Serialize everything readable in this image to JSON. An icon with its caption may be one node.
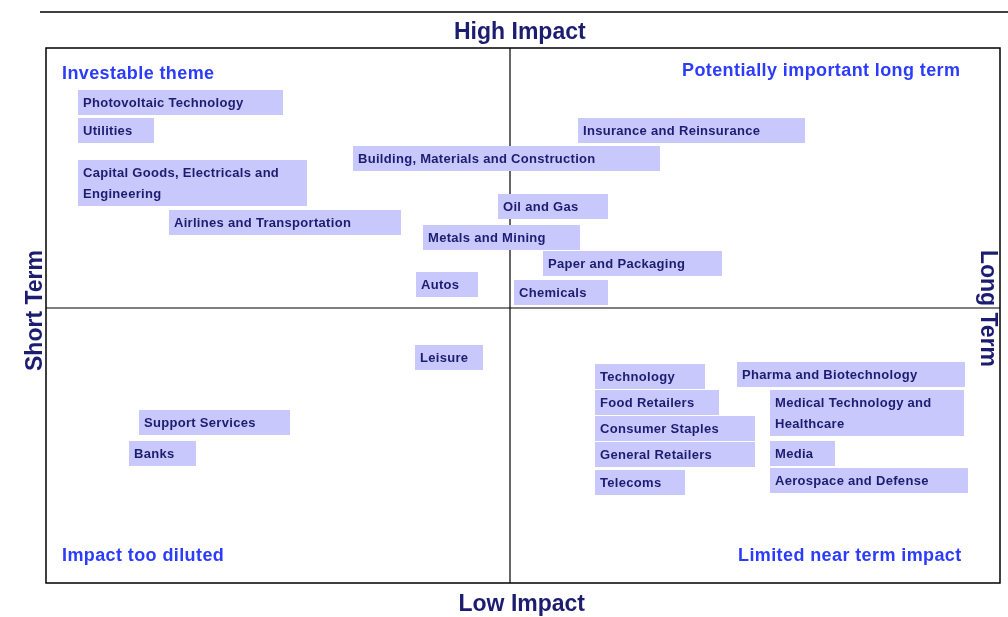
{
  "diagram": {
    "nodes": [
      {
        "text": [
          "Photovoltaic Technology"
        ]
      },
      {
        "text": [
          "Utilities"
        ]
      },
      {
        "text": [
          "Insurance and Reinsurance"
        ]
      },
      {
        "text": [
          "Building, Materials and Construction"
        ]
      },
      {
        "text": [
          "Capital Goods, Electricals and Engineering"
        ]
      },
      {
        "text": [
          "Oil and Gas"
        ]
      },
      {
        "text": [
          "Airlines and Transportation"
        ]
      },
      {
        "text": [
          "Metals and Mining"
        ]
      },
      {
        "text": [
          "Paper and Packaging"
        ]
      },
      {
        "text": [
          "Autos"
        ]
      },
      {
        "text": [
          "Chemicals"
        ]
      },
      {
        "text": [
          "Leisure"
        ]
      },
      {
        "text": [
          "Technology"
        ]
      },
      {
        "text": [
          "Pharma and Biotechnology"
        ]
      },
      {
        "text": [
          "Food Retailers"
        ]
      },
      {
        "text": [
          "Medical Technology and Healthcare"
        ]
      },
      {
        "text": [
          "Support Services"
        ]
      },
      {
        "text": [
          "Consumer Staples"
        ]
      },
      {
        "text": [
          "Banks"
        ]
      },
      {
        "text": [
          "General Retailers"
        ]
      },
      {
        "text": [
          "Media"
        ]
      },
      {
        "text": [
          "Telecoms"
        ]
      },
      {
        "text": [
          "Aerospace and Defense"
        ]
      }
    ],
    "labels": [
      "High Impact",
      "Investable theme",
      "Potentially important long term",
      "Short Term",
      "Long Term",
      "Impact too diluted",
      "Limited near term impact",
      "Low Impact"
    ]
  }
}
